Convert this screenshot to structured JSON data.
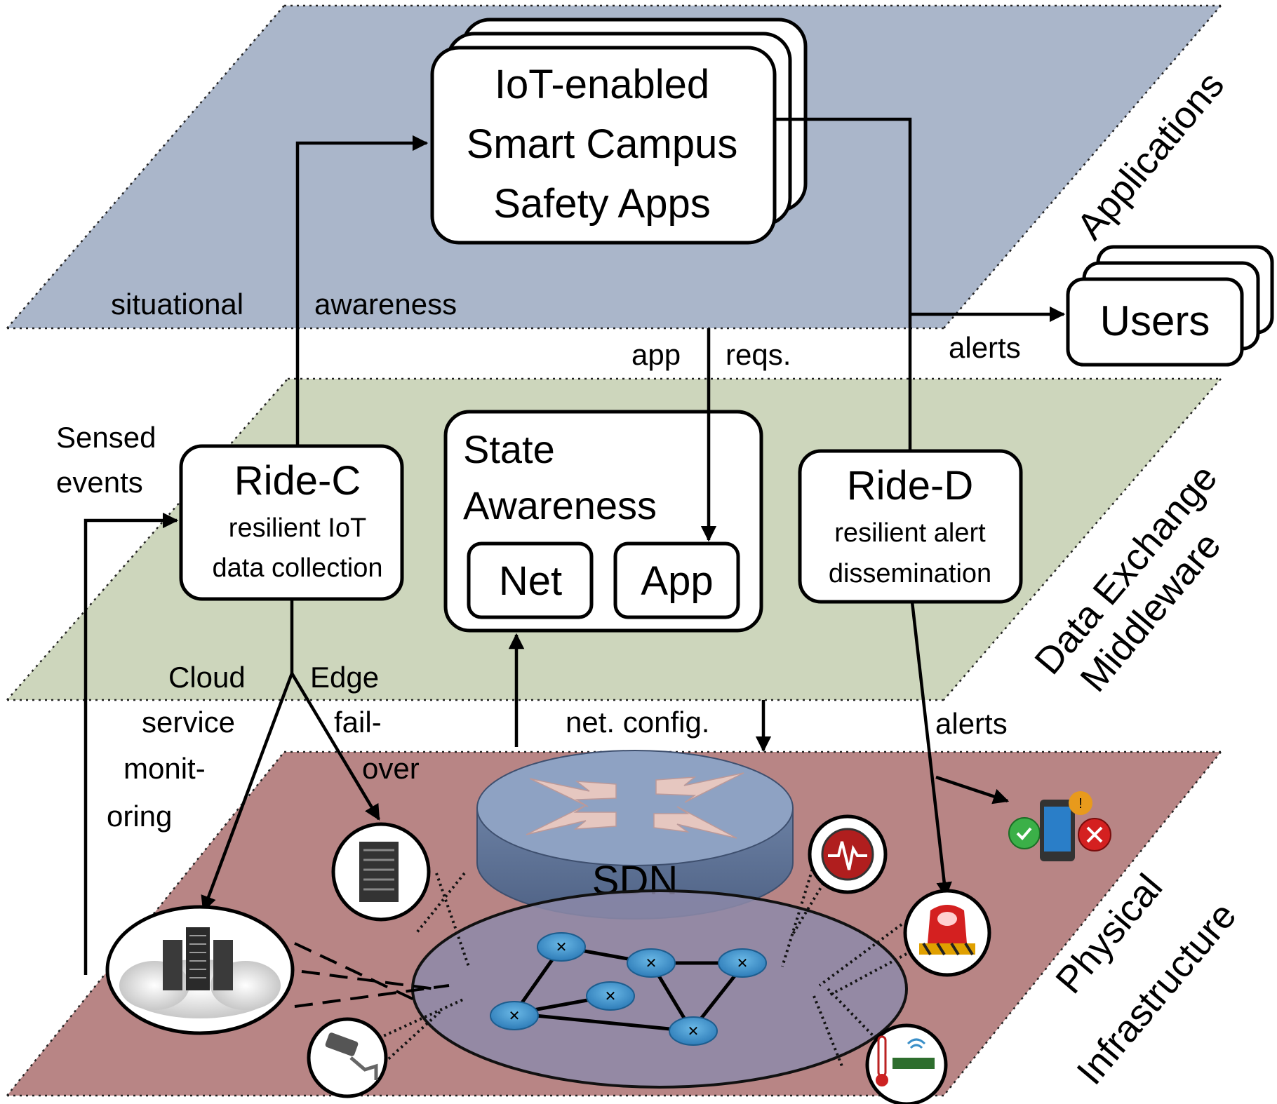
{
  "layers": {
    "applications": "Applications",
    "middleware_line1": "Data Exchange",
    "middleware_line2": "Middleware",
    "physical_line1": "Physical",
    "physical_line2": "Infrastructure"
  },
  "apps_box": {
    "line1": "IoT-enabled",
    "line2": "Smart Campus",
    "line3": "Safety Apps"
  },
  "users_box": "Users",
  "ride_c": {
    "title": "Ride-C",
    "sub1": "resilient IoT",
    "sub2": "data collection"
  },
  "ride_d": {
    "title": "Ride-D",
    "sub1": "resilient alert",
    "sub2": "dissemination"
  },
  "state_awareness": {
    "line1": "State",
    "line2": "Awareness",
    "net": "Net",
    "app": "App"
  },
  "labels": {
    "situational": "situational",
    "awareness": "awareness",
    "app": "app",
    "reqs": "reqs.",
    "alerts_top": "alerts",
    "sensed1": "Sensed",
    "sensed2": "events",
    "cloud": "Cloud",
    "edge": "Edge",
    "service": "service",
    "fail": "fail-",
    "monit": "monit-",
    "over": "over",
    "oring": "oring",
    "net_config": "net. config.",
    "alerts_bottom": "alerts",
    "sdn": "SDN"
  },
  "colors": {
    "applications_layer": "#aab6ca",
    "middleware_layer": "#cdd6bc",
    "physical_layer": "#b88585",
    "sdn_blue": "#7389ab",
    "router_blue": "#3a8fc8"
  }
}
